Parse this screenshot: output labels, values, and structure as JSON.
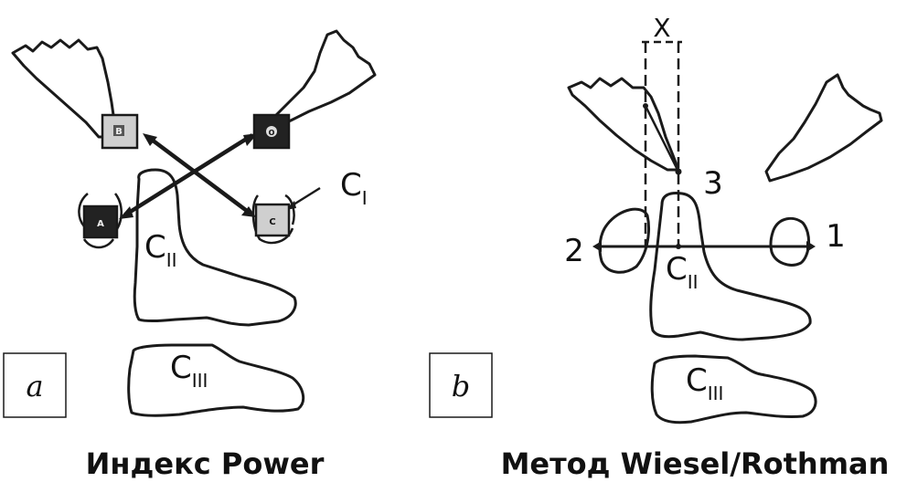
{
  "panel_a": {
    "tag": "a",
    "caption": "Индекс Power",
    "markers": {
      "B": "B",
      "O": "O",
      "A": "A",
      "C": "C"
    },
    "labels": {
      "c1_main": "C",
      "c1_sub": "I",
      "c2_main": "C",
      "c2_sub": "II",
      "c3_main": "C",
      "c3_sub": "III"
    }
  },
  "panel_b": {
    "tag": "b",
    "caption": "Метод Wiesel/Rothman",
    "labels": {
      "x": "X",
      "n1": "1",
      "n2": "2",
      "n3": "3",
      "c2_main": "C",
      "c2_sub": "II",
      "c3_main": "C",
      "c3_sub": "III"
    }
  }
}
